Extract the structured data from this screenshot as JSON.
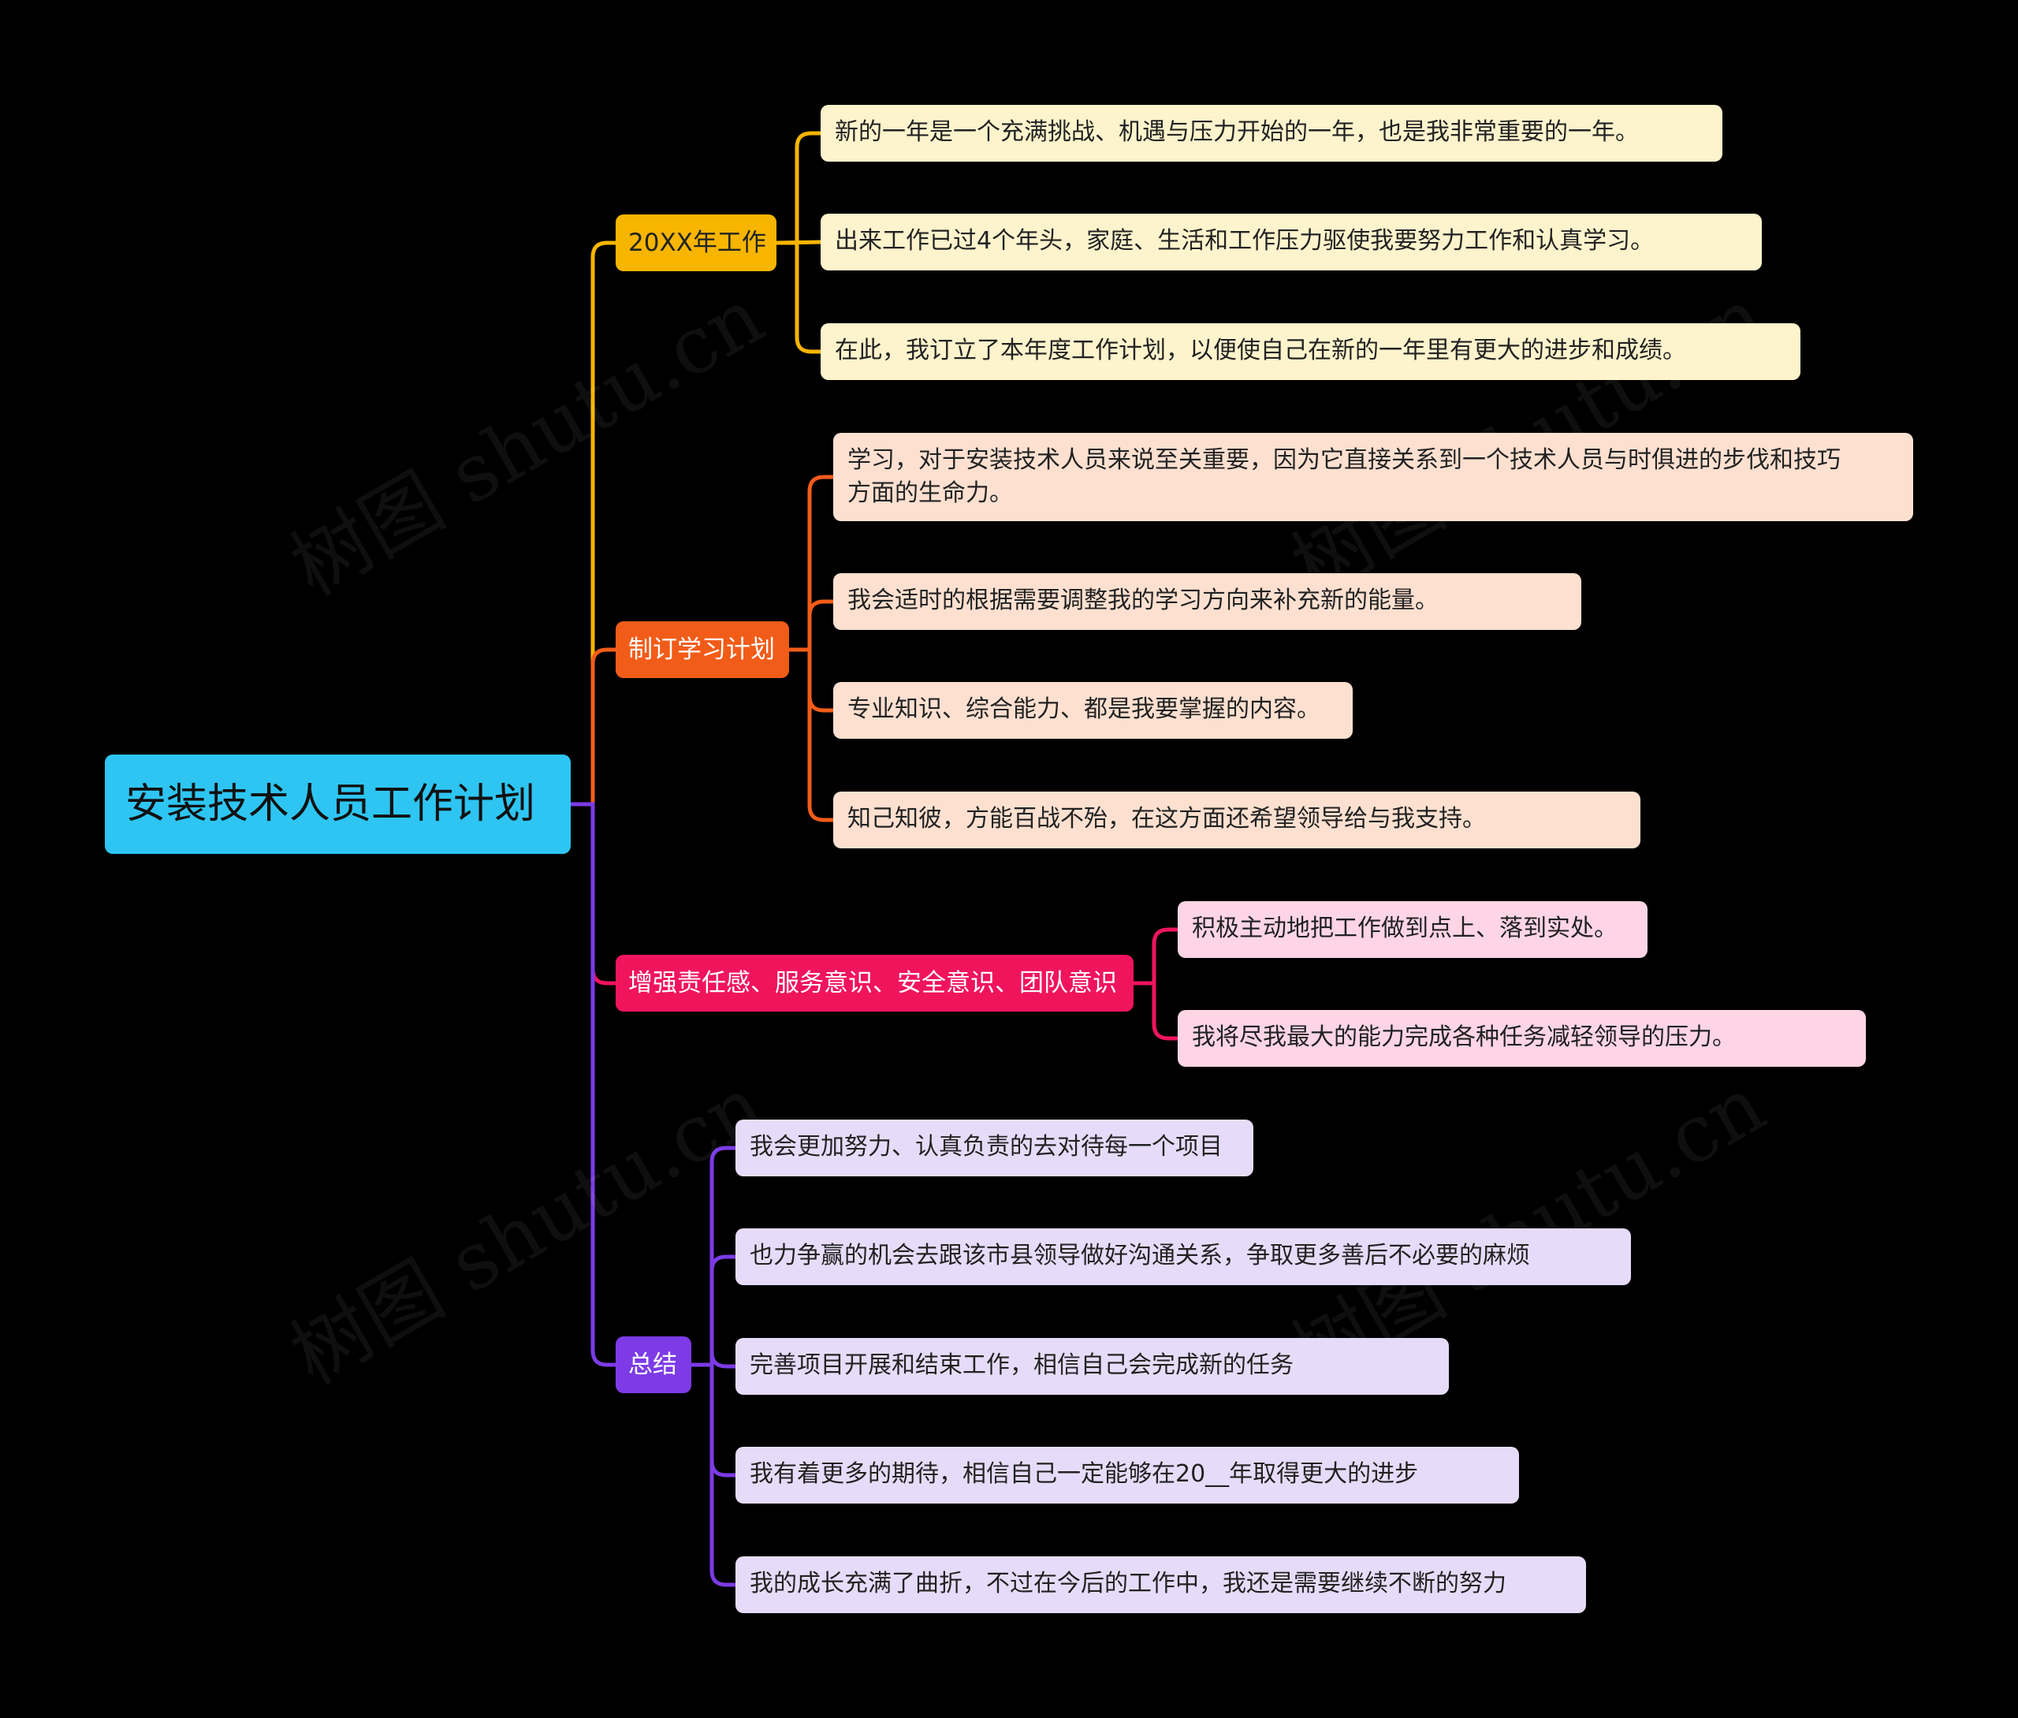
{
  "root": {
    "label": "安装技术人员工作计划",
    "color": "#2ec5f2"
  },
  "branches": [
    {
      "label": "20XX年工作",
      "color": "#f7b500",
      "leaf_bg": "#fdf3cc",
      "text_color": "#222",
      "items": [
        "新的一年是一个充满挑战、机遇与压力开始的一年，也是我非常重要的一年。",
        "出来工作已过4个年头，家庭、生活和工作压力驱使我要努力工作和认真学习。",
        "在此，我订立了本年度工作计划，以便使自己在新的一年里有更大的进步和成绩。"
      ]
    },
    {
      "label": "制订学习计划",
      "color": "#f25c19",
      "leaf_bg": "#fde0d0",
      "text_color": "#fff",
      "items": [
        "学习，对于安装技术人员来说至关重要，因为它直接关系到一个技术人员与时俱进的步伐和技巧\n方面的生命力。",
        "我会适时的根据需要调整我的学习方向来补充新的能量。",
        "专业知识、综合能力、都是我要掌握的内容。",
        "知己知彼，方能百战不殆，在这方面还希望领导给与我支持。"
      ]
    },
    {
      "label": "增强责任感、服务意识、安全意识、团队意识",
      "color": "#f0145d",
      "leaf_bg": "#fdd5e5",
      "text_color": "#fff",
      "items": [
        "积极主动地把工作做到点上、落到实处。",
        "我将尽我最大的能力完成各种任务减轻领导的压力。"
      ]
    },
    {
      "label": "总结",
      "color": "#7c3be6",
      "leaf_bg": "#e6dcf9",
      "text_color": "#fff",
      "items": [
        "我会更加努力、认真负责的去对待每一个项目",
        "也力争赢的机会去跟该市县领导做好沟通关系，争取更多善后不必要的麻烦",
        "完善项目开展和结束工作，相信自己会完成新的任务",
        "我有着更多的期待，相信自己一定能够在20__年取得更大的进步",
        "我的成长充满了曲折，不过在今后的工作中，我还是需要继续不断的努力"
      ]
    }
  ],
  "watermark": "树图 shutu.cn"
}
